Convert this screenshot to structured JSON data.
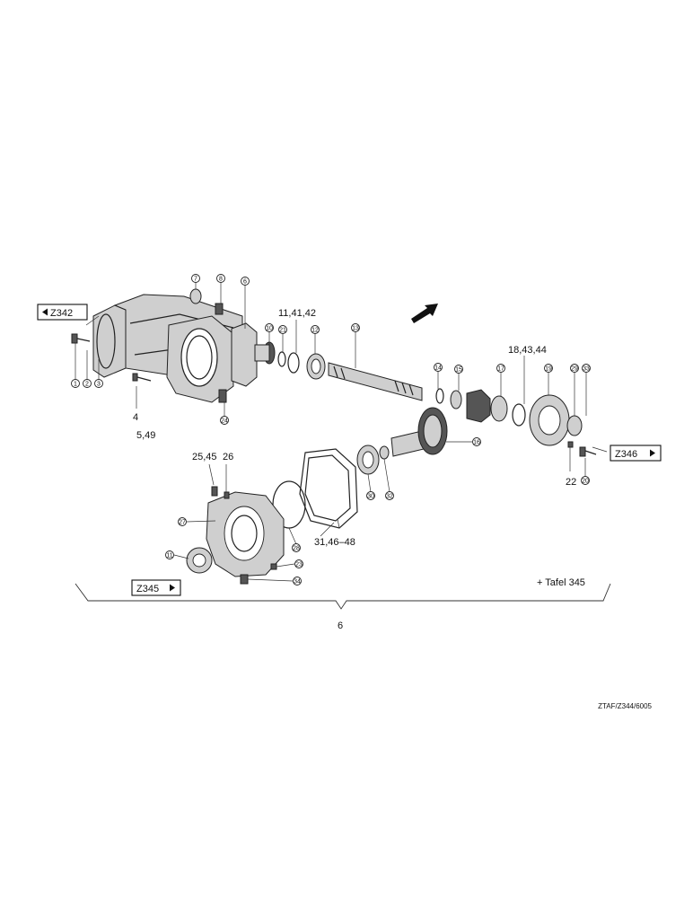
{
  "callouts": {
    "c1": "1",
    "c2": "2",
    "c3": "3",
    "c6": "6",
    "c7": "7",
    "c8": "8",
    "c10": "10",
    "c11": "11",
    "c12": "12",
    "c13": "13",
    "c14": "14",
    "c15": "15",
    "c16": "16",
    "c17": "17",
    "c18": "18",
    "c19": "19",
    "c20": "20",
    "c21": "21",
    "c22": "22",
    "c23": "23",
    "c24": "24",
    "c27": "27",
    "c28": "28",
    "c29": "29",
    "c30": "30",
    "c32": "32",
    "c33": "33",
    "c34": "34"
  },
  "labels": {
    "l_11_41_42": "11,41,42",
    "l_18_43_44": "18,43,44",
    "l_4": "4",
    "l_5_49": "5,49",
    "l_25_45": "25,45",
    "l_26": "26",
    "l_22": "22",
    "l_31_46_48": "31,46–48",
    "l_tafel": "+ Tafel  345",
    "l_6": "6"
  },
  "refs": {
    "z342": "Z342",
    "z346": "Z346",
    "z345": "Z345"
  },
  "footer": {
    "code": "ZTAF/Z344/6005"
  }
}
